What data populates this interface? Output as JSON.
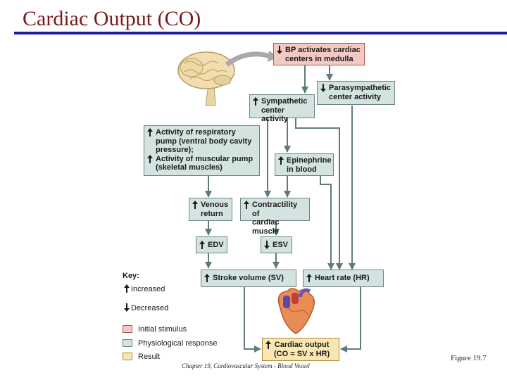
{
  "slide": {
    "title": "Cardiac Output (CO)",
    "caption": "Chapter 19, Cardiovascular System - Blood Vessel",
    "figure": "Figure 19.7"
  },
  "boxes": {
    "bp": {
      "direction": "down",
      "text": "BP activates cardiac\ncenters in medulla"
    },
    "parasympathetic": {
      "direction": "down",
      "text": "Parasympathetic\ncenter activity"
    },
    "sympathetic": {
      "direction": "up",
      "text": "Sympathetic\ncenter activity"
    },
    "respiratory": {
      "direction": "up",
      "text": "Activity of respiratory\npump (ventral body cavity\npressure);"
    },
    "muscular": {
      "direction": "up",
      "text": "Activity of muscular pump\n(skeletal muscles)"
    },
    "epinephrine": {
      "direction": "up",
      "text": "Epinephrine\nin blood"
    },
    "venous": {
      "direction": "up",
      "text": "Venous\nreturn"
    },
    "contractility": {
      "direction": "up",
      "text": "Contractility of\ncardiac muscle"
    },
    "edv": {
      "direction": "up",
      "text": "EDV"
    },
    "esv": {
      "direction": "down",
      "text": "ESV"
    },
    "sv": {
      "direction": "up",
      "text": "Stroke volume (SV)"
    },
    "hr": {
      "direction": "up",
      "text": "Heart rate (HR)"
    },
    "co": {
      "direction": "up",
      "text": "Cardiac output\n(CO = SV x HR)"
    }
  },
  "key": {
    "title": "Key:",
    "increased": "Increased",
    "decreased": "Decreased",
    "initial": "Initial stimulus",
    "physio": "Physiological response",
    "result": "Result"
  },
  "colors": {
    "title": "#7b1a1a",
    "rule": "#1c1c9c",
    "response_fill": "#d3e3e0",
    "stimulus_fill": "#f4c9c3",
    "result_fill": "#f9e6b2",
    "connector": "#5f7b7b"
  }
}
